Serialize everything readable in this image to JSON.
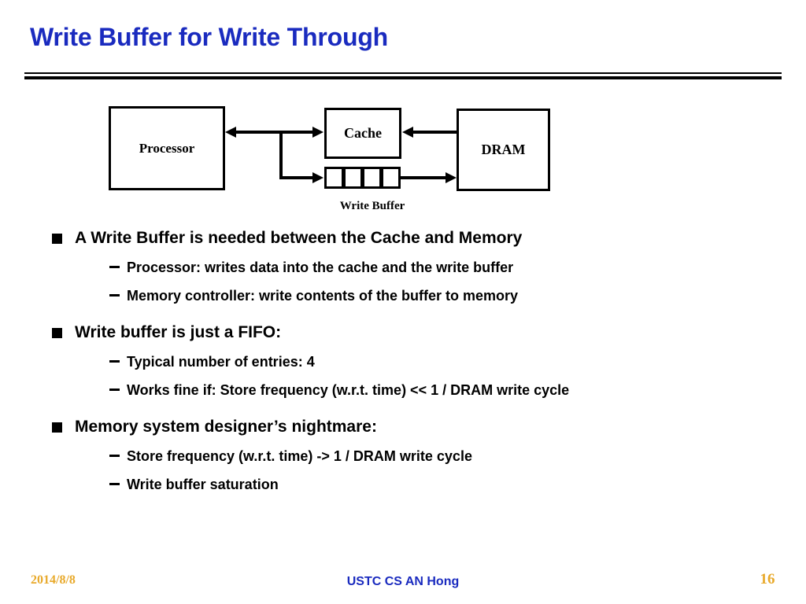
{
  "slide": {
    "title": "Write Buffer for Write Through",
    "number": "16"
  },
  "diagram": {
    "processor_label": "Processor",
    "cache_label": "Cache",
    "dram_label": "DRAM",
    "write_buffer_label": "Write Buffer",
    "write_buffer_cells": [
      "",
      "",
      "",
      ""
    ],
    "connections": [
      {
        "name": "processor-cache",
        "from": "Processor",
        "to": "Cache",
        "direction": "bidirectional"
      },
      {
        "name": "processor-write-buffer",
        "from": "Processor",
        "to": "Write Buffer",
        "direction": "to"
      },
      {
        "name": "dram-cache",
        "from": "DRAM",
        "to": "Cache",
        "direction": "to"
      },
      {
        "name": "write-buffer-dram",
        "from": "Write Buffer",
        "to": "DRAM",
        "direction": "to"
      }
    ]
  },
  "content": {
    "groups": [
      {
        "heading": "A Write Buffer is needed between the Cache and Memory",
        "items": [
          "Processor: writes data into the cache and the write buffer",
          "Memory controller: write contents of the buffer to memory"
        ]
      },
      {
        "heading": "Write buffer is just a FIFO:",
        "items": [
          "Typical number of entries: 4",
          "Works fine if:  Store frequency (w.r.t. time) << 1 / DRAM write cycle"
        ]
      },
      {
        "heading": "Memory system designer’s  nightmare:",
        "items": [
          "Store frequency (w.r.t. time)   ->  1 / DRAM write cycle",
          "Write buffer saturation"
        ]
      }
    ]
  },
  "footer": {
    "date": "2014/8/8",
    "center": "USTC CS AN Hong",
    "page": "16"
  },
  "colors": {
    "title_blue": "#1a2bbf",
    "footer_gold": "#e8a92a",
    "body_black": "#000000"
  }
}
